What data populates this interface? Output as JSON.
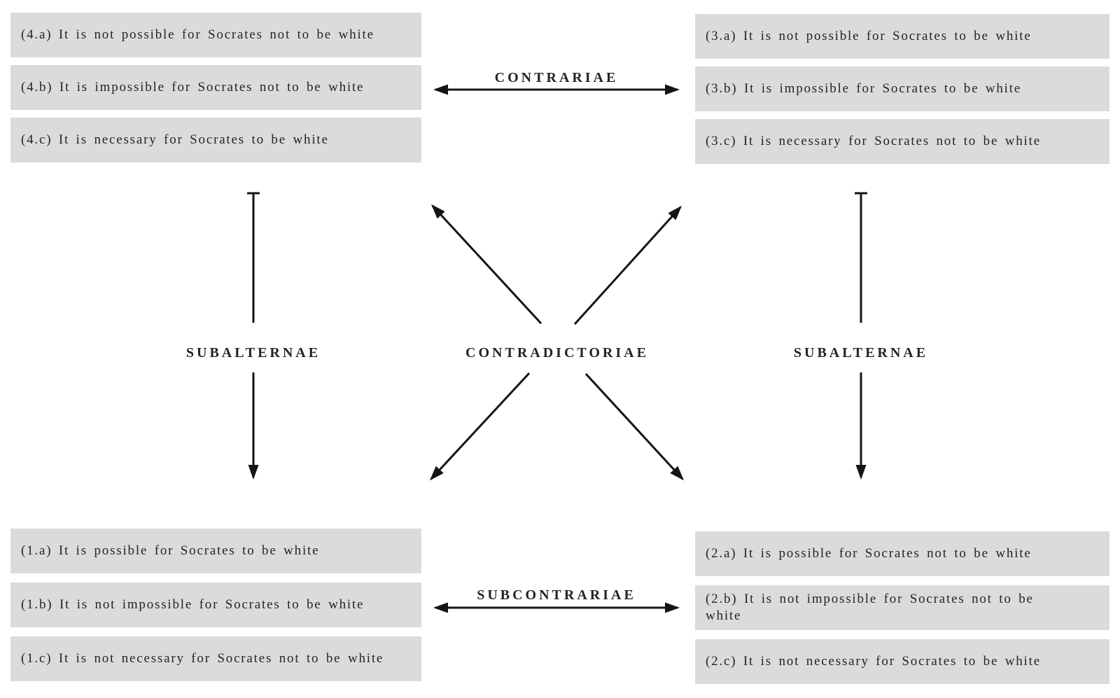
{
  "diagram": {
    "title": "Modal square of opposition for Socrates being white",
    "background_color": "#ffffff",
    "box_color": "#dbdbd9",
    "text_color": "#242424",
    "arrow_color": "#141414",
    "labels": {
      "contrariae": "CONTRARIAE",
      "subcontrariae": "SUBCONTRARIAE",
      "contradictoriae": "CONTRADICTORIAE",
      "subalternae_left": "SUBALTERNAE",
      "subalternae_right": "SUBALTERNAE"
    },
    "boxes": {
      "top_left": [
        "(4.a) It is not possible for Socrates not to be white",
        "(4.b) It is impossible for Socrates not to be white",
        "(4.c) It is necessary for Socrates to be white"
      ],
      "top_right": [
        "(3.a) It is not possible for Socrates to be white",
        "(3.b) It is impossible for Socrates to be white",
        "(3.c) It is necessary for Socrates not to be white"
      ],
      "bottom_left": [
        "(1.a) It is possible for Socrates to be white",
        "(1.b) It is not impossible for Socrates to be white",
        "(1.c) It is not necessary for Socrates not to be white"
      ],
      "bottom_right": [
        "(2.a) It is possible for Socrates not to be white",
        "(2.b) It is not impossible for Socrates not to be white",
        "(2.c) It is not necessary for Socrates to be white"
      ]
    }
  }
}
